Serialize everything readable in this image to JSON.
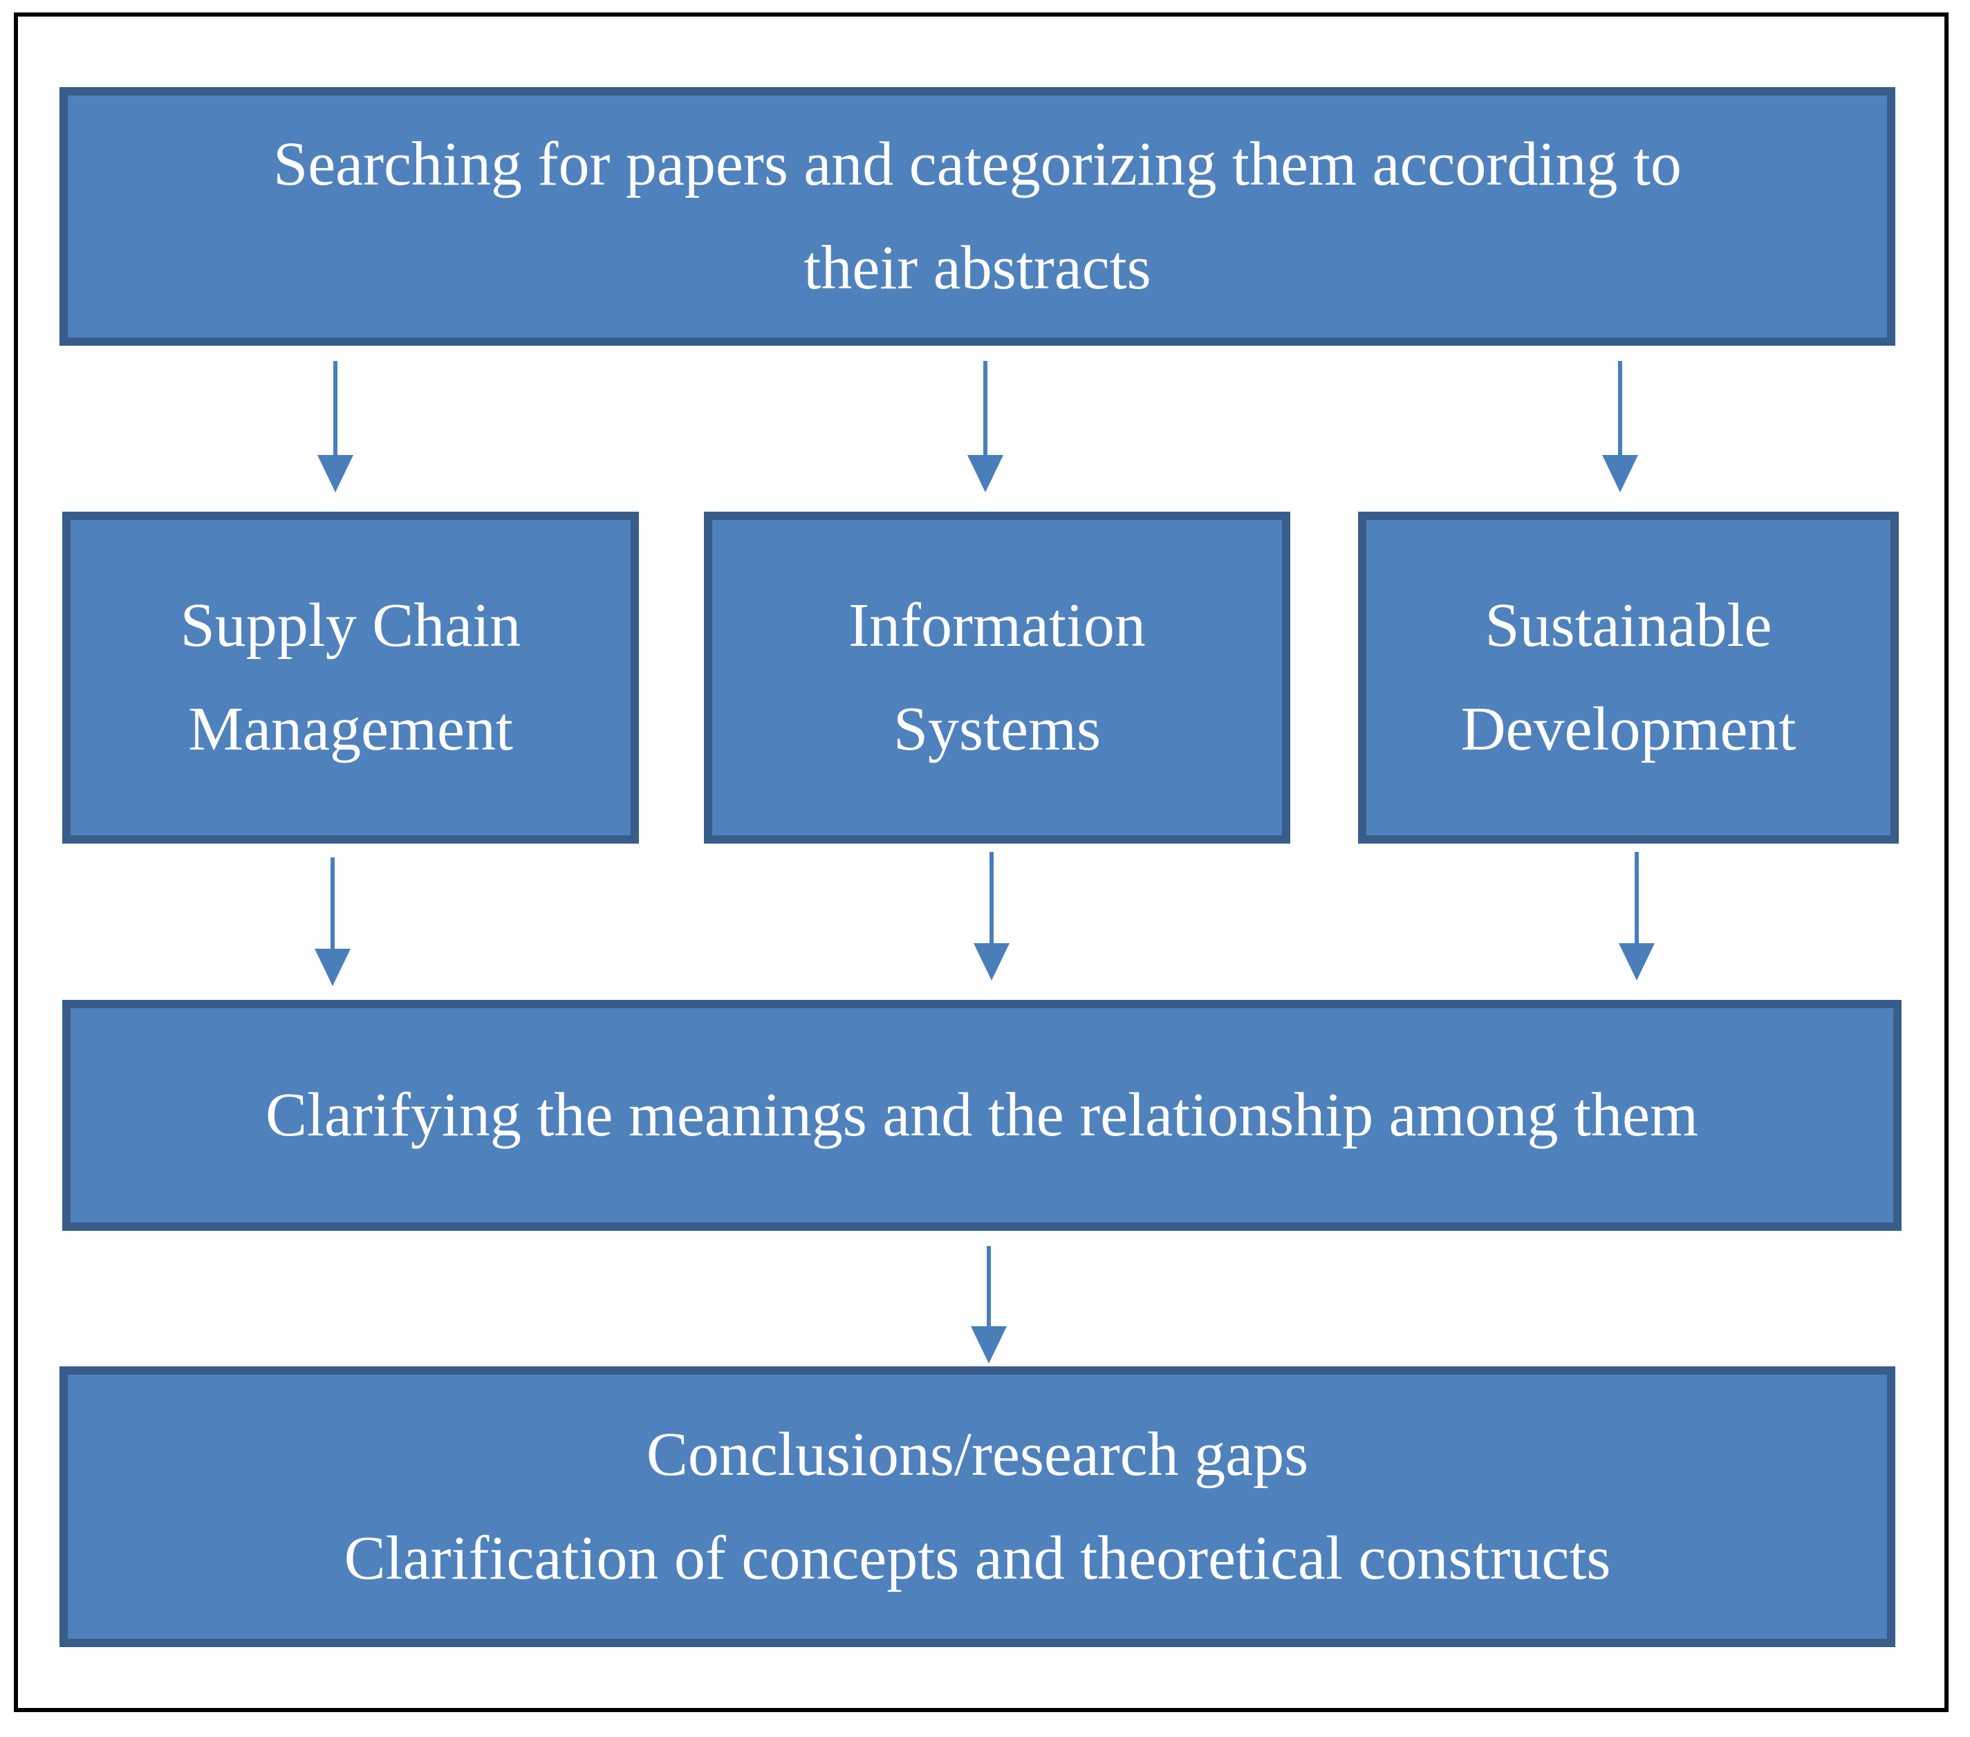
{
  "colors": {
    "box_fill": "#4f81bd",
    "box_border": "#385d8a",
    "arrow": "#4a7ebb",
    "text": "#ffffff",
    "frame": "#000000"
  },
  "steps": {
    "search": {
      "line1": "Searching for papers and categorizing them according to",
      "line2": "their abstracts"
    },
    "categories": [
      {
        "line1": "Supply Chain",
        "line2": "Management"
      },
      {
        "line1": "Information",
        "line2": "Systems"
      },
      {
        "line1": "Sustainable",
        "line2": "Development"
      }
    ],
    "clarify": {
      "line1": "Clarifying the meanings and the relationship among them"
    },
    "conclusions": {
      "line1": "Conclusions/research gaps",
      "line2": "Clarification of concepts and theoretical constructs"
    }
  }
}
